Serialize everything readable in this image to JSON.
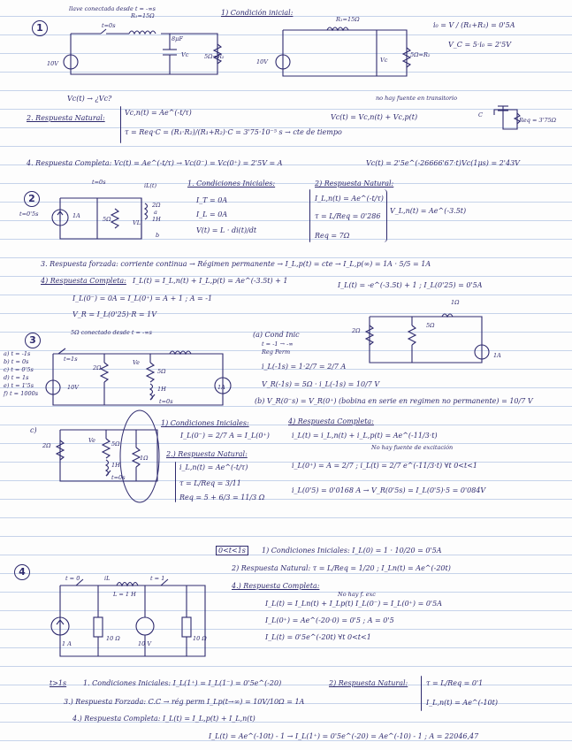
{
  "p1": {
    "number": "1",
    "note_closed": "llave conectada desde t = -∞s",
    "c1_t0": "t=0s",
    "c1_r": "R₁=15Ω",
    "c1_cap": "8μF",
    "c1_vc": "Vc",
    "c1_r2": "5Ω=R₂",
    "c1_source": "10V",
    "init_title": "1) Condición inicial:",
    "c2_r": "R₁=15Ω",
    "c2_r2": "5Ω=R₂",
    "c2_source": "10V",
    "c2_vc": "Vc",
    "i0": "i₀ = V / (R₁+R₂) = 0'5A",
    "vc0": "V_C = 5·i₀ = 2'5V",
    "question": "Vc(t) → ¿Vc?",
    "nat_title": "2. Respuesta Natural:",
    "nat_eq1": "Vc,n(t) = Ae^(-t/τ)",
    "nat_eq2": "τ = Req·C = (R₁·R₂)/(R₁+R₂)·C = 3'75·10⁻⁵ s → cte de tiempo",
    "nat_total": "Vc(t) = Vc,n(t) + Vc,p(t)",
    "nat_note": "no hay fuente en transitorio",
    "nat_req": "Req = 3'75Ω",
    "nat_c": "C",
    "complete": "4. Respuesta Completa: Vc(t) = Ae^(-t/τ) → Vc(0⁻) = Vc(0⁺) = 2'5V = A",
    "complete_res": "Vc(t) = 2'5e^(-26666'67·t)",
    "complete_val": "Vc(1μs) = 2'43V"
  },
  "p2": {
    "number": "2",
    "t0": "t=0s",
    "t05": "t=0'5s",
    "il": "iL(t)",
    "src": "1A",
    "r5": "5Ω",
    "r2": "2Ω",
    "l1": "1H",
    "vl": "VL",
    "node_a": "a",
    "node_b": "b",
    "ic_title": "1. Condiciones Iniciales:",
    "ic1": "I_T = 0A",
    "ic2": "I_L = 0A",
    "ic3": "V(t) = L · di(t)/dt",
    "nat_title": "2) Respuesta Natural:",
    "nat1": "I_L,n(t) = Ae^(-t/τ)",
    "nat2": "τ = L/Req = 0'286",
    "nat3": "Req = 7Ω",
    "nat4": "V_L,n(t) = Ae^(-3.5t)",
    "forced": "3. Respuesta forzada: corriente continua → Régimen permanente → I_L,p(t) = cte → I_L,p(∞) = 1A · 5/5 = 1A",
    "complete_title": "4) Respuesta Completa:",
    "complete_eq": "I_L(t) = I_L,n(t) + I_L,p(t) = Ae^(-3.5t) + 1",
    "complete_res": "I_L(t) = -e^(-3.5t) + 1 ; I_L(0'25) = 0'5A",
    "bc": "I_L(0⁻) = 0A = I_L(0⁺) = A + 1 ; A = -1",
    "vr": "V_R = I_L(0'25)·R = 1V"
  },
  "p3": {
    "number": "3",
    "note": "5Ω conectado desde t = -∞s",
    "list": [
      "a) t = -1s",
      "b) t = 0s",
      "c) t = 0'5s",
      "d) t = 1s",
      "e) t = 1'5s",
      "f) t = 1000s"
    ],
    "labels_c1": [
      "t=1s",
      "2Ω",
      "Ve",
      "5Ω",
      "1H",
      "t=0s",
      "10V",
      "1A"
    ],
    "side_r2": "2Ω",
    "side_r5": "5Ω",
    "side_il": "1Ω",
    "side_src": "1A",
    "a_title": "(a) Cond Inic",
    "a_lines": [
      "t = -1 → -∞",
      "Reg Perm"
    ],
    "a_eq1": "i_L(-1s) = 1·2/7 = 2/7 A",
    "a_eq2": "V_R(-1s) = 5Ω · i_L(-1s) = 10/7 V",
    "b_eq": "(b) V_R(0⁻s) = V_R(0⁺) (bobina en serie en regimen no permanente) = 10/7 V",
    "c_label": "c)",
    "c_labels": [
      "2Ω",
      "Ve",
      "5Ω",
      "1H",
      "t=0s",
      "1Ω"
    ],
    "ic_title": "1) Condiciones Iniciales:",
    "ic_eq": "I_L(0⁻) = 2/7 A = I_L(0⁺)",
    "nat_title": "2.) Respuesta Natural:",
    "nat1": "i_L,n(t) = Ae^(-t/τ)",
    "nat2": "τ = L/Req = 3/11",
    "nat3": "Req = 5 + 6/3 = 11/3 Ω",
    "cmp_title": "4) Respuesta Completa:",
    "cmp1": "i_L(t) = i_L,n(t) + i_L,p(t) = Ae^(-11/3·t)",
    "cmp2": "No hay fuente de excitación",
    "cmp3": "i_L(0⁺) = A = 2/7 ;  i_L(t) = 2/7 e^(-11/3·t)  ∀t 0<t<1",
    "cmp4": "i_L(0'5) = 0'0168 A → V_R(0'5s) = I_L(0'5)·5 = 0'084V"
  },
  "p4": {
    "number": "4",
    "t0": "t = 0",
    "il": "iL",
    "l": "L = 1 H",
    "t1": "t = 1",
    "src_i": "1 A",
    "r1": "10 Ω",
    "src_v": "10 V",
    "r2": "10 Ω",
    "range": "0<t<1s",
    "ic": "1) Condiciones Iniciales: I_L(0) = 1 · 10/20 = 0'5A",
    "nat": "2) Respuesta Natural: τ = L/Req = 1/20 ;  I_Ln(t) = Ae^(-20t)",
    "cmp_title": "4.) Respuesta Completa:",
    "cmp_note": "No hay f. exc",
    "cmp1": "I_L(t) = I_Ln(t) + I_Lp(t)        I_L(0⁻) = I_L(0⁺) = 0'5A",
    "cmp2": "I_L(0⁺) = Ae^(-20·0) = 0'5 ; A = 0'5",
    "cmp3": "I_L(t) = 0'5e^(-20t)  ∀t 0<t<1",
    "gt_range": "t>1s",
    "gt_ic": "1. Condiciones Iniciales: I_L(1⁺) = I_L(1⁻) = 0'5e^(-20)",
    "gt_nat_title": "2) Respuesta Natural:",
    "gt_nat1": "τ = L/Req = 0'1",
    "gt_nat2": "I_L,n(t) = Ae^(-10t)",
    "gt_forced": "3.) Respuesta Forzada: C.C → rég perm I_Lp(t→∞) = 10V/10Ω = 1A",
    "gt_cmp": "4.) Respuesta Completa: I_L(t) = I_L,p(t) + I_L,n(t)",
    "gt_final": "I_L(t) = Ae^(-10t) - 1  →  I_L(1⁺) = 0'5e^(-20) = Ae^(-10) - 1 ;  A = 22046,47"
  }
}
